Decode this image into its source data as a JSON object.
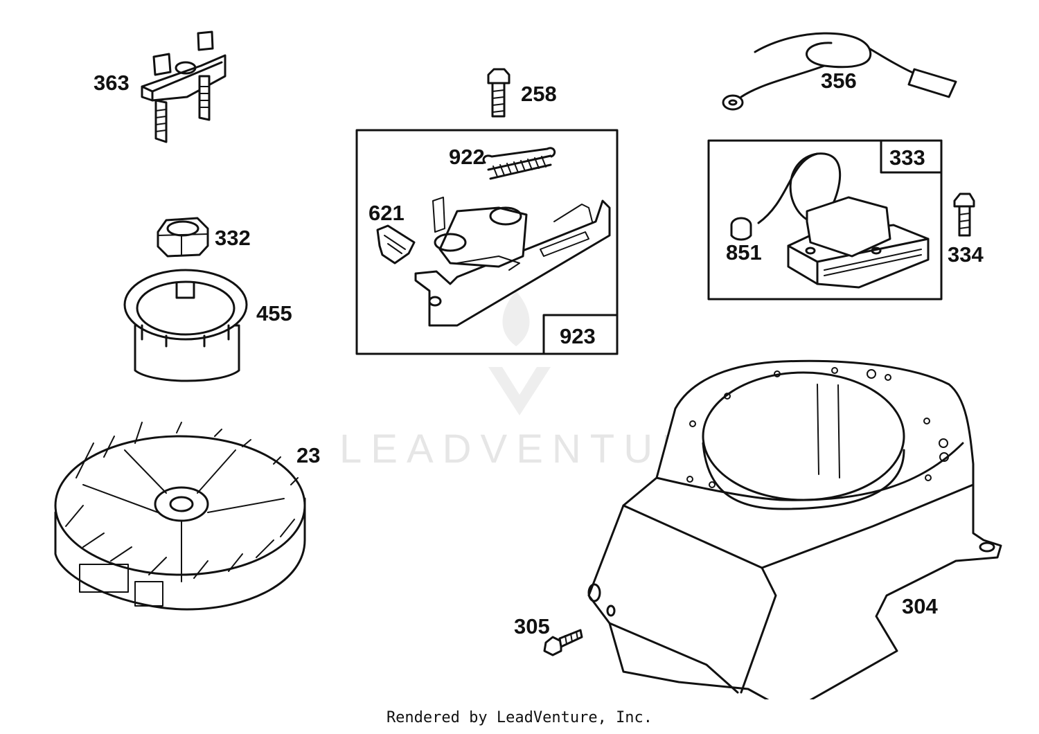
{
  "callouts": [
    {
      "id": "363",
      "text": "363"
    },
    {
      "id": "332",
      "text": "332"
    },
    {
      "id": "455",
      "text": "455"
    },
    {
      "id": "23",
      "text": "23"
    },
    {
      "id": "258",
      "text": "258"
    },
    {
      "id": "922",
      "text": "922"
    },
    {
      "id": "621",
      "text": "621"
    },
    {
      "id": "923",
      "text": "923"
    },
    {
      "id": "356",
      "text": "356"
    },
    {
      "id": "333",
      "text": "333"
    },
    {
      "id": "851",
      "text": "851"
    },
    {
      "id": "334",
      "text": "334"
    },
    {
      "id": "304",
      "text": "304"
    },
    {
      "id": "305",
      "text": "305"
    }
  ],
  "watermark": {
    "text": "LEADVENTURE"
  },
  "footer": {
    "text": "Rendered by LeadVenture, Inc."
  },
  "colors": {
    "ink": "#111111",
    "watermark": "#e6e6e6",
    "background": "#ffffff"
  }
}
